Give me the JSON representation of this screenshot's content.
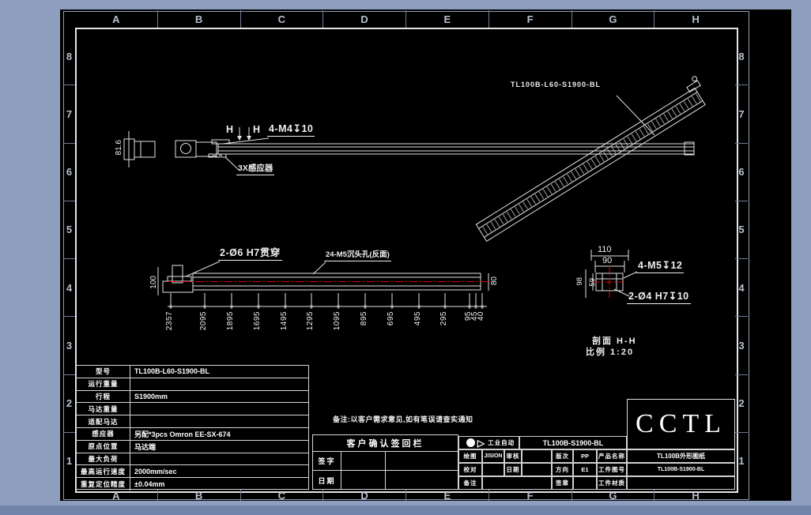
{
  "frame": {
    "top_letters": [
      "A",
      "B",
      "C",
      "D",
      "E",
      "F",
      "G",
      "H"
    ],
    "bottom_letters": [
      "A",
      "B",
      "C",
      "D",
      "E",
      "F",
      "G",
      "H"
    ],
    "left_numbers": [
      "8",
      "7",
      "6",
      "5",
      "4",
      "3",
      "2",
      "1"
    ],
    "right_numbers": [
      "8",
      "7",
      "6",
      "5",
      "4",
      "3",
      "2",
      "1"
    ]
  },
  "iso_view": {
    "label": "TL100B-L60-S1900-BL"
  },
  "side_view": {
    "height_dim": "81.6",
    "section_letter_left": "H",
    "section_letter_right": "H",
    "tap_label": "4-M4↧10",
    "sensor_label": "3X感应器"
  },
  "plan_view": {
    "left_dim": "100",
    "right_dim": "80",
    "pin_hole_label": "2-Ø6 H7贯穿",
    "tap_hole_label": "24-M5沉头孔(反面)",
    "chain_dims": [
      "2357",
      "2095",
      "1895",
      "1695",
      "1495",
      "1295",
      "1095",
      "895",
      "695",
      "495",
      "295",
      "95",
      "45",
      "40"
    ]
  },
  "section_view": {
    "width_dim": "110",
    "inner_width_dim": "90",
    "height_dim": "98",
    "inner_height_dim": "59",
    "tap_label": "4-M5↧12",
    "pin_label": "2-Ø4 H7↧10",
    "caption_line1": "剖面 H-H",
    "caption_line2": "比例 1:20"
  },
  "spec_table": {
    "rows": [
      {
        "label": "型号",
        "value": "TL100B-L60-S1900-BL"
      },
      {
        "label": "运行重量",
        "value": ""
      },
      {
        "label": "行程",
        "value": "S1900mm"
      },
      {
        "label": "马达重量",
        "value": ""
      },
      {
        "label": "适配马达",
        "value": ""
      },
      {
        "label": "感应器",
        "value": "另配*3pcs Omron EE-SX-674"
      },
      {
        "label": "原点位置",
        "value": "马达端"
      },
      {
        "label": "最大负荷",
        "value": ""
      },
      {
        "label": "最高运行速度",
        "value": "2000mm/sec"
      },
      {
        "label": "重复定位精度",
        "value": "±0.04mm"
      }
    ]
  },
  "note": "备注:以客户需求意见,如有笔误请查实通知",
  "sign_block": {
    "title": "客户确认签回栏",
    "rows": [
      {
        "label": "签字"
      },
      {
        "label": "日期"
      }
    ]
  },
  "title_block": {
    "company_field_label": "工业自动",
    "model_top": "TL100B-S1900-BL",
    "brand": "CCTL",
    "rows": [
      {
        "l1": "绘图",
        "v1": "JISION",
        "l2": "审核",
        "v2": "",
        "l3": "版次",
        "v3": "PP",
        "rl": "产品名称",
        "rv": "TL100B外形图纸"
      },
      {
        "l1": "校对",
        "v1": "",
        "l2": "日期",
        "v2": "",
        "l3": "方向",
        "v3": "E1",
        "rl": "工件图号",
        "rv": "TL100B-S1900-BL"
      },
      {
        "l1": "备注",
        "v1": "",
        "l2": "签章",
        "v2": "",
        "l3": "",
        "v3": "",
        "rl": "工件材质",
        "rv": ""
      }
    ]
  }
}
